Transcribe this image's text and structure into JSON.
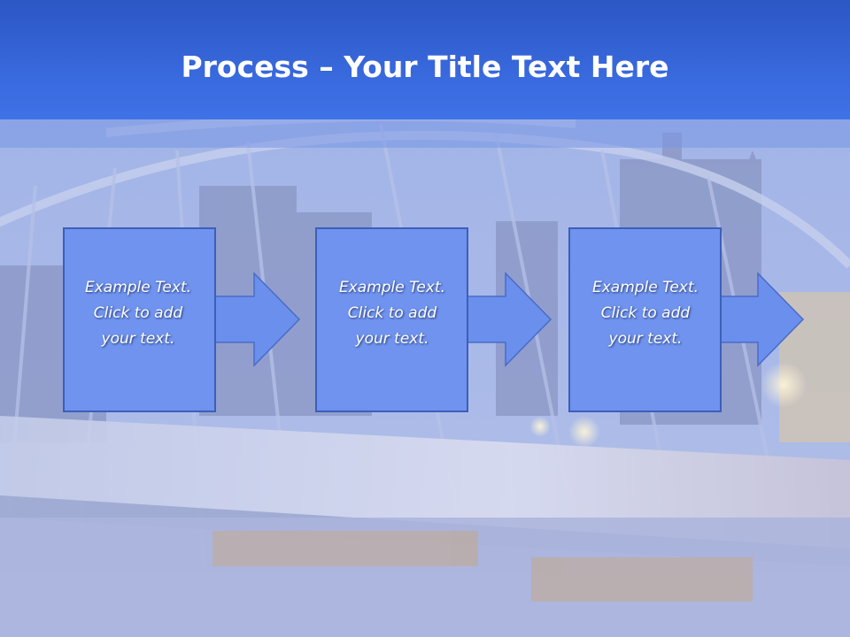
{
  "title": {
    "bold": "Process",
    "rest": " – Your Title Text Here"
  },
  "steps": [
    {
      "line1": "Example Text.",
      "line2": "Click  to add",
      "line3": "your text."
    },
    {
      "line1": "Example Text.",
      "line2": "Click  to add",
      "line3": "your text."
    },
    {
      "line1": "Example Text.",
      "line2": "Click  to add",
      "line3": "your text."
    }
  ],
  "colors": {
    "title_bar": "#3a6be0",
    "box_fill": "#6f93ee",
    "box_stroke": "#3c5fb8",
    "arrow_fill": "#6a8fec"
  }
}
